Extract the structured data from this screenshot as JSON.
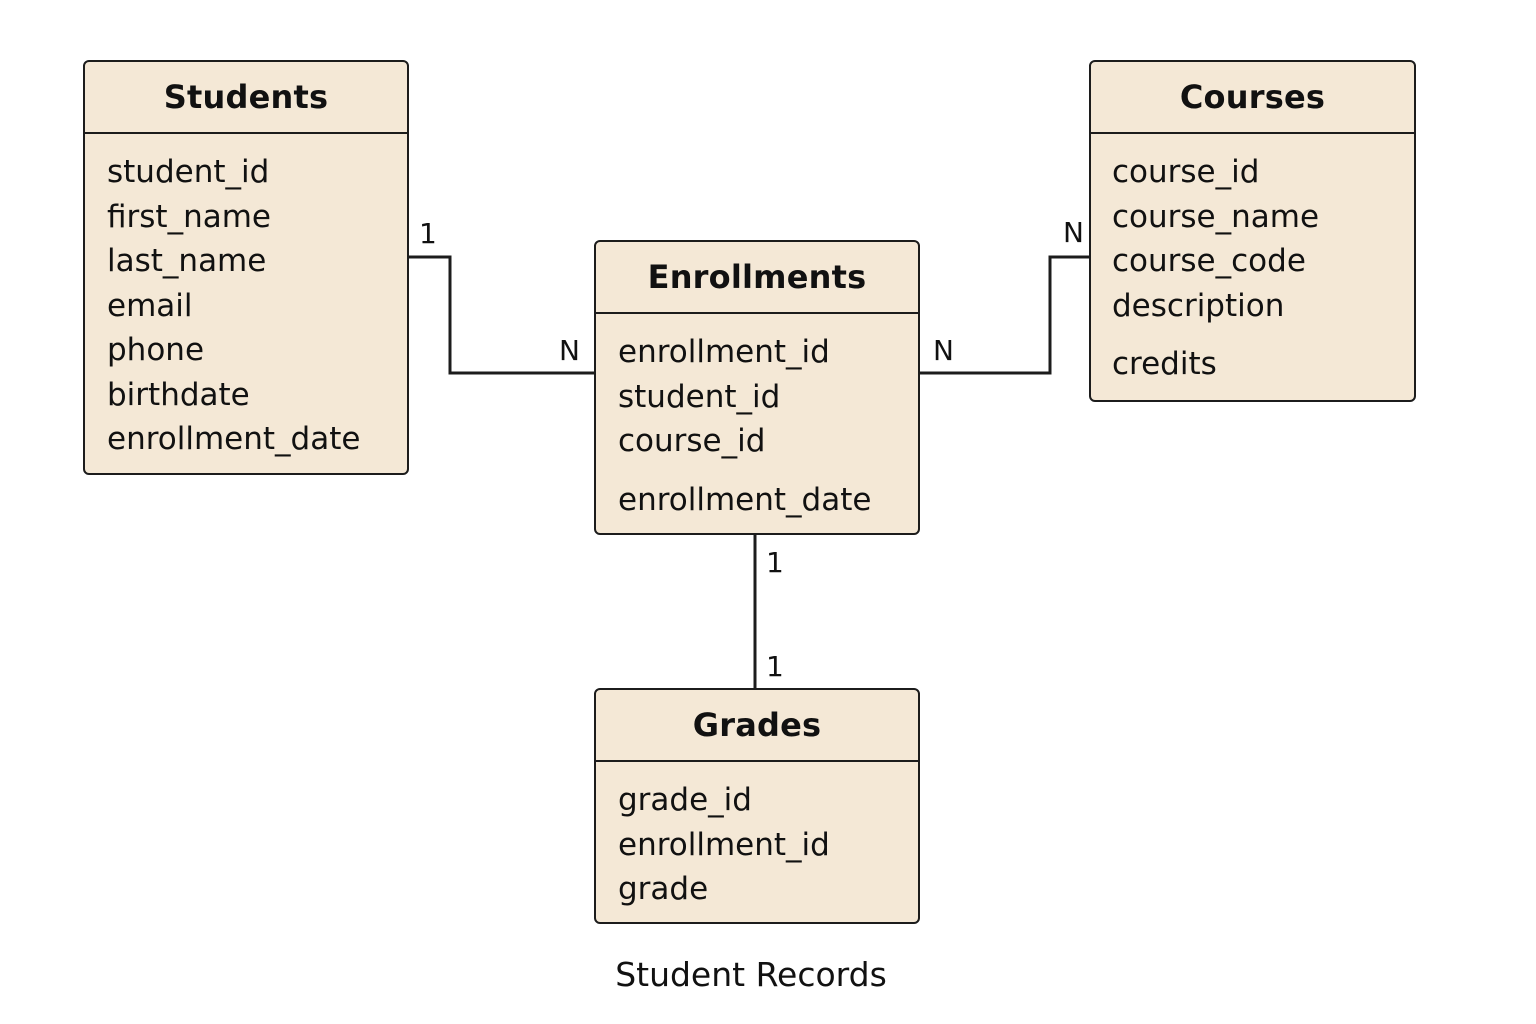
{
  "entities": {
    "students": {
      "title": "Students",
      "attributes": [
        "student_id",
        "first_name",
        "last_name",
        "email",
        "phone",
        "birthdate",
        "enrollment_date"
      ]
    },
    "courses": {
      "title": "Courses",
      "attributes": [
        "course_id",
        "course_name",
        "course_code",
        "description",
        "credits"
      ]
    },
    "enrollments": {
      "title": "Enrollments",
      "attributes": [
        "enrollment_id",
        "student_id",
        "course_id",
        "enrollment_date"
      ]
    },
    "grades": {
      "title": "Grades",
      "attributes": [
        "grade_id",
        "enrollment_id",
        "grade"
      ]
    }
  },
  "relationships": [
    {
      "from": "Students",
      "to": "Enrollments",
      "from_cardinality": "1",
      "to_cardinality": "N"
    },
    {
      "from": "Courses",
      "to": "Enrollments",
      "from_cardinality": "N",
      "to_cardinality": "N"
    },
    {
      "from": "Enrollments",
      "to": "Grades",
      "from_cardinality": "1",
      "to_cardinality": "1"
    }
  ],
  "caption": "Student Records",
  "colors": {
    "entity_fill": "#f4e8d6",
    "line": "#1c1c1c",
    "background": "#ffffff"
  }
}
